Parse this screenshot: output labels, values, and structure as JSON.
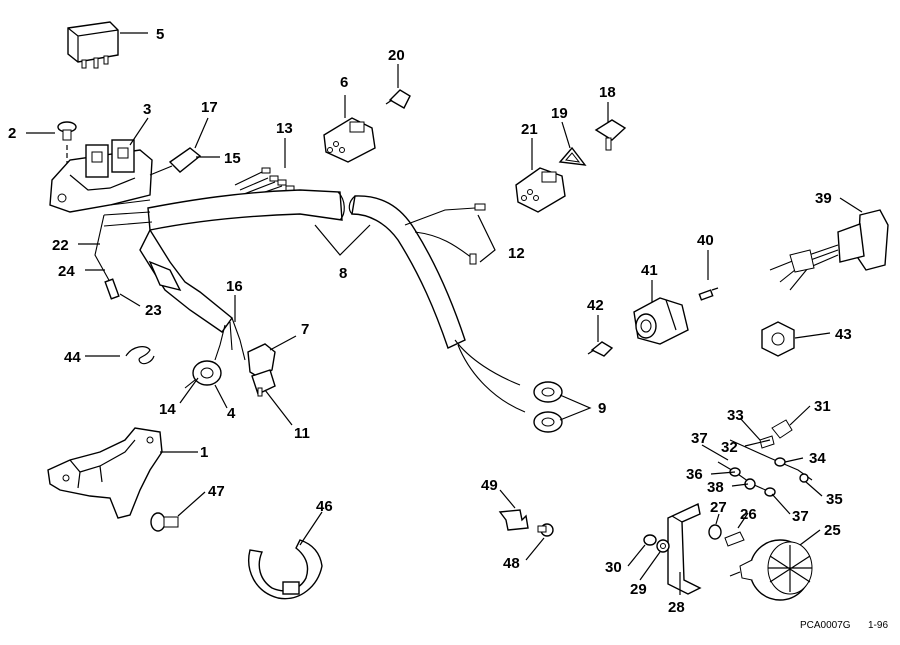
{
  "diagram": {
    "footer_code": "PCA0007G",
    "footer_date": "1-96",
    "callouts": [
      {
        "id": "c1",
        "label": "1"
      },
      {
        "id": "c2",
        "label": "2"
      },
      {
        "id": "c3",
        "label": "3"
      },
      {
        "id": "c4",
        "label": "4"
      },
      {
        "id": "c5",
        "label": "5"
      },
      {
        "id": "c6",
        "label": "6"
      },
      {
        "id": "c7",
        "label": "7"
      },
      {
        "id": "c8",
        "label": "8"
      },
      {
        "id": "c9",
        "label": "9"
      },
      {
        "id": "c11",
        "label": "11"
      },
      {
        "id": "c12",
        "label": "12"
      },
      {
        "id": "c13",
        "label": "13"
      },
      {
        "id": "c14",
        "label": "14"
      },
      {
        "id": "c15",
        "label": "15"
      },
      {
        "id": "c16",
        "label": "16"
      },
      {
        "id": "c17",
        "label": "17"
      },
      {
        "id": "c18",
        "label": "18"
      },
      {
        "id": "c19",
        "label": "19"
      },
      {
        "id": "c20",
        "label": "20"
      },
      {
        "id": "c21",
        "label": "21"
      },
      {
        "id": "c22",
        "label": "22"
      },
      {
        "id": "c23",
        "label": "23"
      },
      {
        "id": "c24",
        "label": "24"
      },
      {
        "id": "c25",
        "label": "25"
      },
      {
        "id": "c26",
        "label": "26"
      },
      {
        "id": "c27",
        "label": "27"
      },
      {
        "id": "c28",
        "label": "28"
      },
      {
        "id": "c29",
        "label": "29"
      },
      {
        "id": "c30",
        "label": "30"
      },
      {
        "id": "c31",
        "label": "31"
      },
      {
        "id": "c32",
        "label": "32"
      },
      {
        "id": "c33",
        "label": "33"
      },
      {
        "id": "c34",
        "label": "34"
      },
      {
        "id": "c35",
        "label": "35"
      },
      {
        "id": "c36",
        "label": "36"
      },
      {
        "id": "c37a",
        "label": "37"
      },
      {
        "id": "c37b",
        "label": "37"
      },
      {
        "id": "c38",
        "label": "38"
      },
      {
        "id": "c39",
        "label": "39"
      },
      {
        "id": "c40",
        "label": "40"
      },
      {
        "id": "c41",
        "label": "41"
      },
      {
        "id": "c42",
        "label": "42"
      },
      {
        "id": "c43",
        "label": "43"
      },
      {
        "id": "c44",
        "label": "44"
      },
      {
        "id": "c46",
        "label": "46"
      },
      {
        "id": "c47",
        "label": "47"
      },
      {
        "id": "c48",
        "label": "48"
      },
      {
        "id": "c49",
        "label": "49"
      }
    ]
  }
}
